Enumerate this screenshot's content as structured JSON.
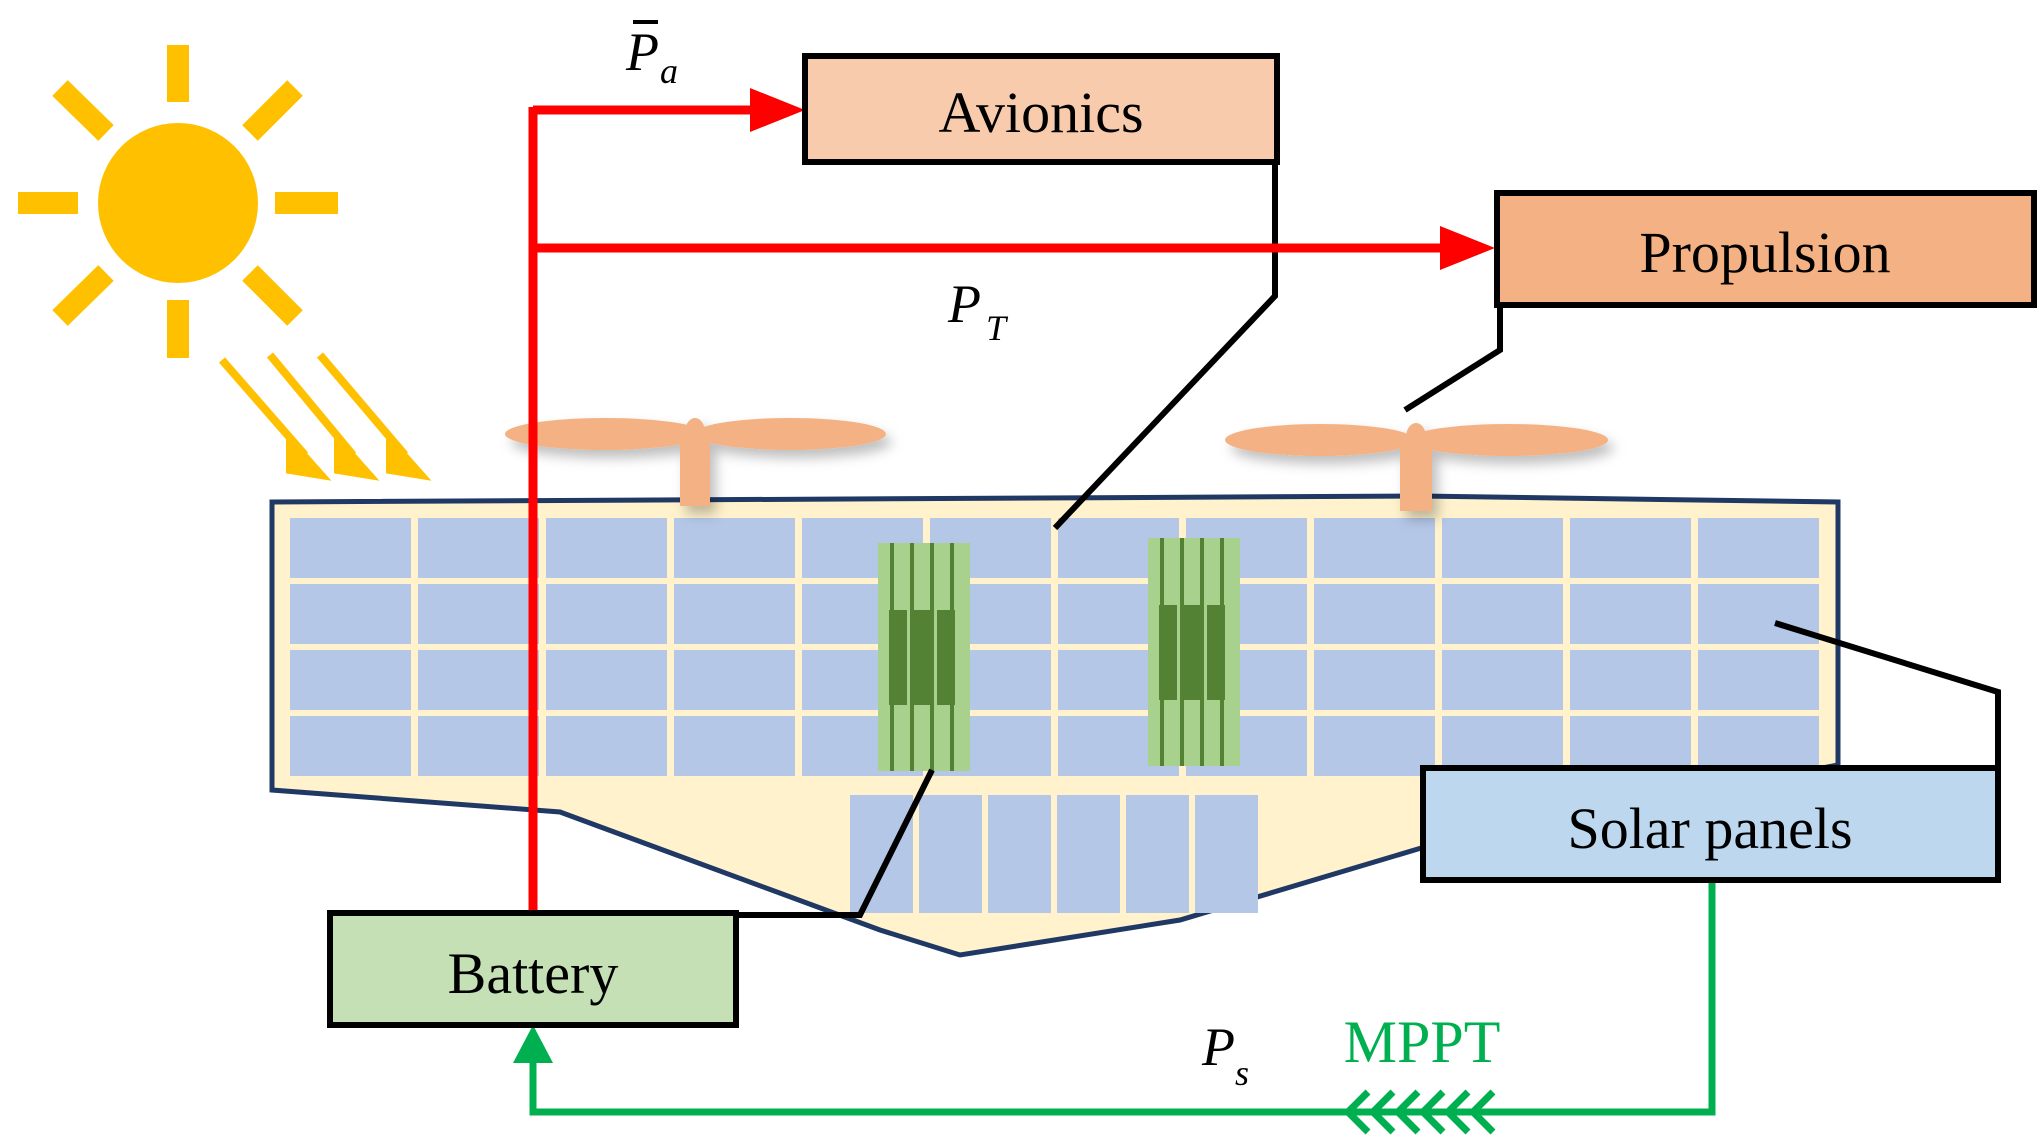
{
  "boxes": {
    "avionics": "Avionics",
    "propulsion": "Propulsion",
    "solar_panels": "Solar panels",
    "battery": "Battery"
  },
  "labels": {
    "p_a": "P",
    "p_a_sub": "a",
    "p_t": "P",
    "p_t_sub": "T",
    "p_s": "P",
    "p_s_sub": "s",
    "mppt": "MPPT"
  },
  "colors": {
    "avionics_fill": "#f8cbad",
    "propulsion_fill": "#f4b183",
    "solar_fill": "#bdd7ee",
    "battery_fill": "#c5e0b4",
    "power_line_red": "#ff0000",
    "solar_line_green": "#00b050",
    "sun": "#ffc000",
    "panel_cell": "#b4c7e7",
    "wing_body": "#fff2cc",
    "outline": "#1f3864",
    "propeller": "#f4b183",
    "battery_cell_light": "#a9d18e",
    "battery_cell_dark": "#548235"
  }
}
